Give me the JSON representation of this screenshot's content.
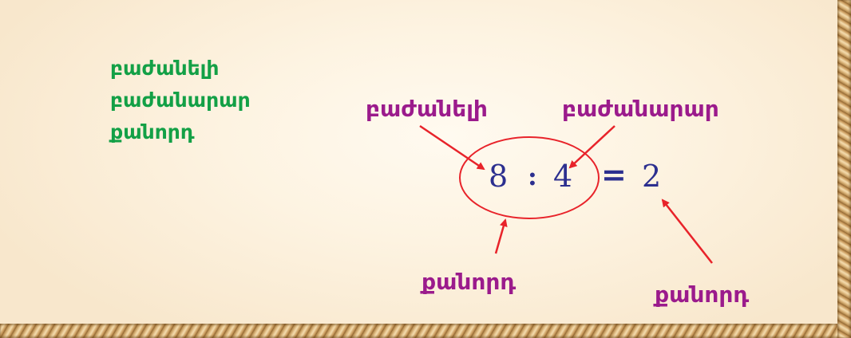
{
  "legend": {
    "items": [
      "բաժանելի",
      "բաժանարար",
      "քանորդ"
    ],
    "color": "#13a046"
  },
  "labels": {
    "dividend": "բաժանելի",
    "divisor": "բաժանարար",
    "quotient_expression": "քանորդ",
    "quotient_result": "քանորդ",
    "color": "#9b1b8c"
  },
  "equation": {
    "dividend": "8",
    "operator": ":",
    "divisor": "4",
    "equals": "=",
    "quotient": "2",
    "color": "#2c2f8f"
  },
  "arrow_color": "#e8232a"
}
